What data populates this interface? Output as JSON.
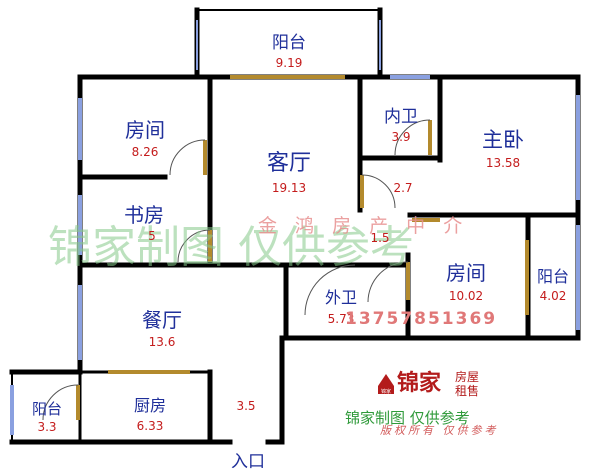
{
  "rooms": {
    "balcony_top": {
      "name": "阳台",
      "area": "9.19"
    },
    "bedroom_left": {
      "name": "房间",
      "area": "8.26"
    },
    "living": {
      "name": "客厅",
      "area": "19.13"
    },
    "inner_bath": {
      "name": "内卫",
      "area": "3.9"
    },
    "master": {
      "name": "主卧",
      "area": "13.58"
    },
    "study": {
      "name": "书房",
      "area": "5"
    },
    "hall_a": {
      "name": "",
      "area": "2.7"
    },
    "hall_b": {
      "name": "",
      "area": "1.5"
    },
    "bedroom_right": {
      "name": "房间",
      "area": "10.02"
    },
    "balcony_right": {
      "name": "阳台",
      "area": "4.02"
    },
    "outer_bath": {
      "name": "外卫",
      "area": "5.73"
    },
    "dining": {
      "name": "餐厅",
      "area": "13.6"
    },
    "balcony_left": {
      "name": "阳台",
      "area": "3.3"
    },
    "kitchen": {
      "name": "厨房",
      "area": "6.33"
    },
    "corridor": {
      "name": "",
      "area": "3.5"
    }
  },
  "entrance": "入口",
  "watermark_main": "锦家制图 仅供参考",
  "watermark_agency": "金 鸿 房 产 中 介",
  "phone": "13757851369",
  "brand": {
    "logo_text": "锦家",
    "name": "锦家",
    "sub_line1": "房屋",
    "sub_line2": "租售"
  },
  "footer_note": "锦家制图 仅供参考",
  "copyright_note": "版权所有 仅供参考",
  "colors": {
    "wall": "#000000",
    "window": "#8aa0e0",
    "door": "#b38a2d",
    "room_label": "#1f2f9a",
    "area_label": "#c41c1c"
  }
}
